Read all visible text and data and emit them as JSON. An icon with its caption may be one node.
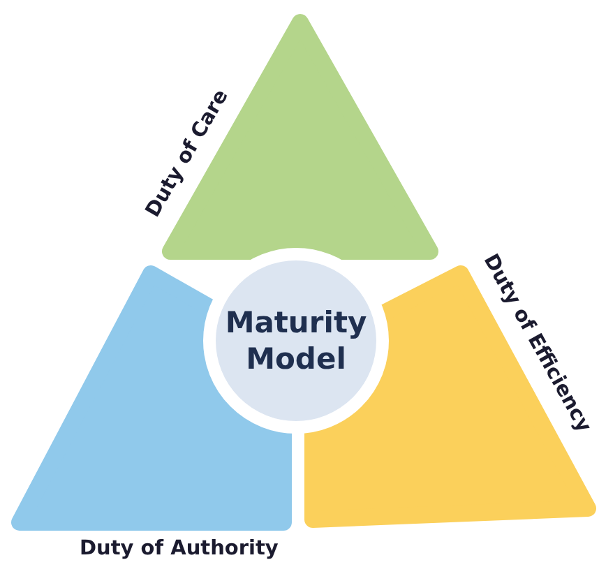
{
  "diagram": {
    "nodes": [
      {
        "text": [
          "Duty of Care"
        ]
      },
      {
        "text": [
          "Duty of Efficiency"
        ]
      },
      {
        "text": [
          "Duty of Authority"
        ]
      },
      {
        "text": [
          "Maturity Model"
        ]
      }
    ]
  }
}
